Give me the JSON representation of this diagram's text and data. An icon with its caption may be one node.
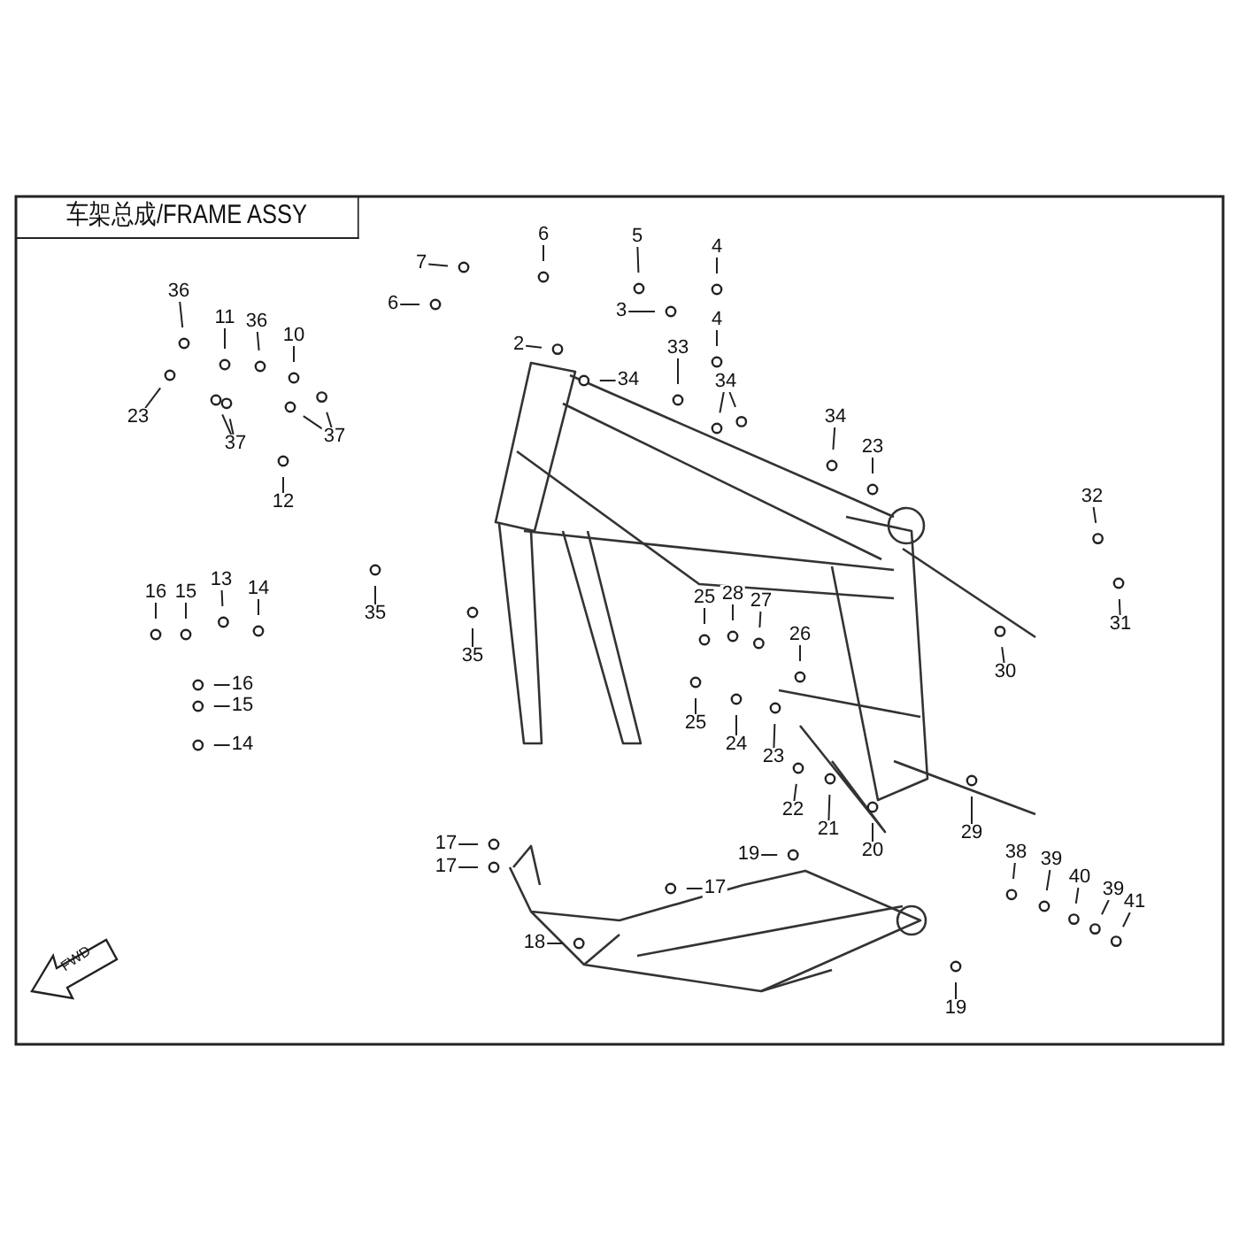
{
  "diagram": {
    "title": "车架总成/FRAME ASSY",
    "nodes": [
      {
        "text": [
          "6"
        ]
      },
      {
        "text": [
          "5"
        ]
      },
      {
        "text": [
          "4"
        ]
      },
      {
        "text": [
          "7"
        ]
      },
      {
        "text": [
          "6"
        ]
      },
      {
        "text": [
          "3"
        ]
      },
      {
        "text": [
          "36"
        ]
      },
      {
        "text": [
          "11"
        ]
      },
      {
        "text": [
          "36"
        ]
      },
      {
        "text": [
          "10"
        ]
      },
      {
        "text": [
          "23"
        ]
      },
      {
        "text": [
          "37"
        ]
      },
      {
        "text": [
          "37"
        ]
      },
      {
        "text": [
          "12"
        ]
      },
      {
        "text": [
          "2"
        ]
      },
      {
        "text": [
          "34"
        ]
      },
      {
        "text": [
          "33"
        ]
      },
      {
        "text": [
          "4"
        ]
      },
      {
        "text": [
          "34"
        ]
      },
      {
        "text": [
          "34"
        ]
      },
      {
        "text": [
          "23"
        ]
      },
      {
        "text": [
          "32"
        ]
      },
      {
        "text": [
          "31"
        ]
      },
      {
        "text": [
          "35"
        ]
      },
      {
        "text": [
          "35"
        ]
      },
      {
        "text": [
          "16"
        ]
      },
      {
        "text": [
          "15"
        ]
      },
      {
        "text": [
          "13"
        ]
      },
      {
        "text": [
          "14"
        ]
      },
      {
        "text": [
          "16"
        ]
      },
      {
        "text": [
          "15"
        ]
      },
      {
        "text": [
          "14"
        ]
      },
      {
        "text": [
          "25"
        ]
      },
      {
        "text": [
          "28"
        ]
      },
      {
        "text": [
          "27"
        ]
      },
      {
        "text": [
          "26"
        ]
      },
      {
        "text": [
          "30"
        ]
      },
      {
        "text": [
          "25"
        ]
      },
      {
        "text": [
          "24"
        ]
      },
      {
        "text": [
          "23"
        ]
      },
      {
        "text": [
          "22"
        ]
      },
      {
        "text": [
          "21"
        ]
      },
      {
        "text": [
          "20"
        ]
      },
      {
        "text": [
          "29"
        ]
      },
      {
        "text": [
          "38"
        ]
      },
      {
        "text": [
          "39"
        ]
      },
      {
        "text": [
          "40"
        ]
      },
      {
        "text": [
          "39"
        ]
      },
      {
        "text": [
          "41"
        ]
      },
      {
        "text": [
          "19"
        ]
      },
      {
        "text": [
          "17"
        ]
      },
      {
        "text": [
          "17"
        ]
      },
      {
        "text": [
          "17"
        ]
      },
      {
        "text": [
          "18"
        ]
      },
      {
        "text": [
          "19"
        ]
      }
    ],
    "edges": [
      {
        "from": 0,
        "to": null,
        "arrow": "none"
      },
      {
        "from": 1,
        "to": null,
        "arrow": "none"
      },
      {
        "from": 2,
        "to": null,
        "arrow": "none"
      },
      {
        "from": 3,
        "to": null,
        "arrow": "none"
      },
      {
        "from": 4,
        "to": null,
        "arrow": "none"
      },
      {
        "from": 5,
        "to": null,
        "arrow": "none"
      },
      {
        "from": 6,
        "to": null,
        "arrow": "none"
      },
      {
        "from": 7,
        "to": null,
        "arrow": "none"
      },
      {
        "from": 8,
        "to": null,
        "arrow": "none"
      },
      {
        "from": 9,
        "to": null,
        "arrow": "none"
      },
      {
        "from": 10,
        "to": null,
        "arrow": "none"
      },
      {
        "from": 11,
        "to": null,
        "arrow": "none"
      },
      {
        "from": 11,
        "to": null,
        "arrow": "none"
      },
      {
        "from": 12,
        "to": null,
        "arrow": "none"
      },
      {
        "from": 12,
        "to": null,
        "arrow": "none"
      },
      {
        "from": 13,
        "to": null,
        "arrow": "none"
      },
      {
        "from": 14,
        "to": null,
        "arrow": "none"
      },
      {
        "from": 15,
        "to": null,
        "arrow": "none"
      },
      {
        "from": 16,
        "to": null,
        "arrow": "none"
      },
      {
        "from": 17,
        "to": null,
        "arrow": "none"
      },
      {
        "from": 18,
        "to": null,
        "arrow": "none"
      },
      {
        "from": 18,
        "to": null,
        "arrow": "none"
      },
      {
        "from": 19,
        "to": null,
        "arrow": "none"
      },
      {
        "from": 20,
        "to": null,
        "arrow": "none"
      },
      {
        "from": 21,
        "to": null,
        "arrow": "none"
      },
      {
        "from": 22,
        "to": null,
        "arrow": "none"
      },
      {
        "from": 23,
        "to": null,
        "arrow": "none"
      },
      {
        "from": 24,
        "to": null,
        "arrow": "none"
      },
      {
        "from": 25,
        "to": null,
        "arrow": "none"
      },
      {
        "from": 26,
        "to": null,
        "arrow": "none"
      },
      {
        "from": 27,
        "to": null,
        "arrow": "none"
      },
      {
        "from": 28,
        "to": null,
        "arrow": "none"
      },
      {
        "from": 29,
        "to": null,
        "arrow": "none"
      },
      {
        "from": 30,
        "to": null,
        "arrow": "none"
      },
      {
        "from": 31,
        "to": null,
        "arrow": "none"
      },
      {
        "from": 32,
        "to": null,
        "arrow": "none"
      },
      {
        "from": 33,
        "to": null,
        "arrow": "none"
      },
      {
        "from": 34,
        "to": null,
        "arrow": "none"
      },
      {
        "from": 35,
        "to": null,
        "arrow": "none"
      },
      {
        "from": 36,
        "to": null,
        "arrow": "none"
      },
      {
        "from": 37,
        "to": null,
        "arrow": "none"
      },
      {
        "from": 38,
        "to": null,
        "arrow": "none"
      },
      {
        "from": 39,
        "to": null,
        "arrow": "none"
      },
      {
        "from": 40,
        "to": null,
        "arrow": "none"
      },
      {
        "from": 41,
        "to": null,
        "arrow": "none"
      },
      {
        "from": 42,
        "to": null,
        "arrow": "none"
      },
      {
        "from": 43,
        "to": null,
        "arrow": "none"
      },
      {
        "from": 44,
        "to": null,
        "arrow": "none"
      },
      {
        "from": 45,
        "to": null,
        "arrow": "none"
      },
      {
        "from": 46,
        "to": null,
        "arrow": "none"
      },
      {
        "from": 47,
        "to": null,
        "arrow": "none"
      },
      {
        "from": 48,
        "to": null,
        "arrow": "none"
      },
      {
        "from": 49,
        "to": null,
        "arrow": "none"
      },
      {
        "from": 50,
        "to": null,
        "arrow": "none"
      },
      {
        "from": 51,
        "to": null,
        "arrow": "none"
      },
      {
        "from": 52,
        "to": null,
        "arrow": "none"
      },
      {
        "from": 53,
        "to": null,
        "arrow": "none"
      },
      {
        "from": 54,
        "to": null,
        "arrow": "none"
      }
    ],
    "labels": [
      "FWD"
    ]
  }
}
